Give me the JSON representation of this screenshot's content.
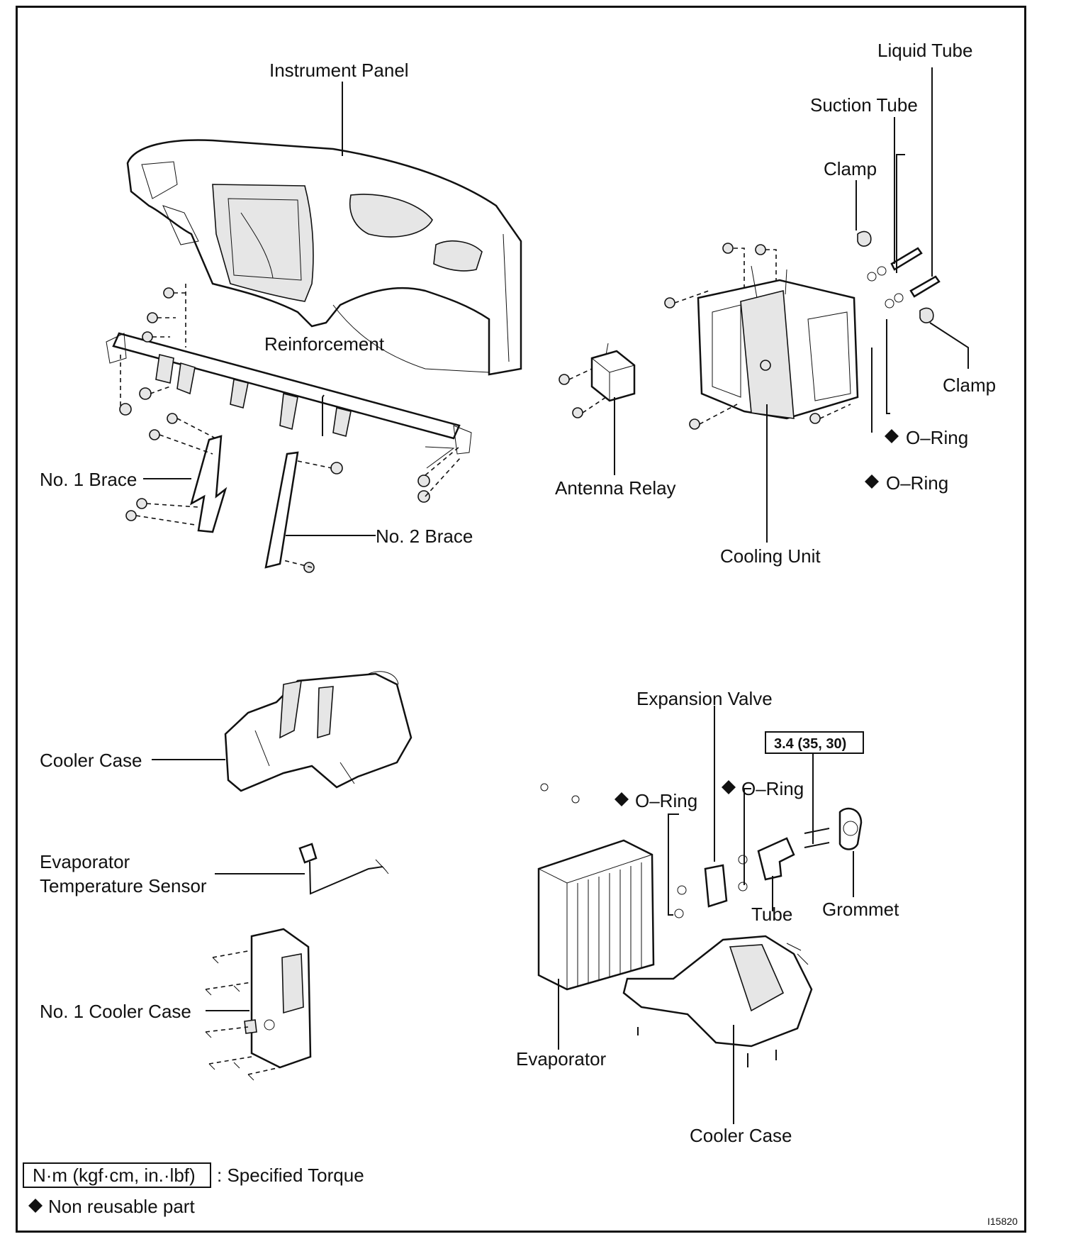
{
  "labels": {
    "instrument_panel": "Instrument Panel",
    "liquid_tube": "Liquid Tube",
    "suction_tube": "Suction Tube",
    "clamp_top": "Clamp",
    "clamp_right": "Clamp",
    "reinforcement": "Reinforcement",
    "no1_brace": "No. 1 Brace",
    "no2_brace": "No. 2 Brace",
    "antenna_relay": "Antenna Relay",
    "cooling_unit": "Cooling Unit",
    "o_ring_1": "O–Ring",
    "o_ring_2": "O–Ring",
    "expansion_valve": "Expansion Valve",
    "torque_value": "3.4 (35, 30)",
    "o_ring_3": "O–Ring",
    "o_ring_4": "O–Ring",
    "cooler_case_1": "Cooler Case",
    "evap_sensor_line1": "Evaporator",
    "evap_sensor_line2": "Temperature Sensor",
    "no1_cooler_case": "No. 1 Cooler Case",
    "tube": "Tube",
    "grommet": "Grommet",
    "evaporator": "Evaporator",
    "cooler_case_2": "Cooler Case"
  },
  "legend": {
    "torque_unit": "N·m (kgf·cm, in.·lbf)",
    "torque_desc": ": Specified Torque",
    "non_reusable": "Non reusable part"
  },
  "figure_id": "I15820",
  "icons": {
    "diamond": "filled-diamond-icon"
  }
}
